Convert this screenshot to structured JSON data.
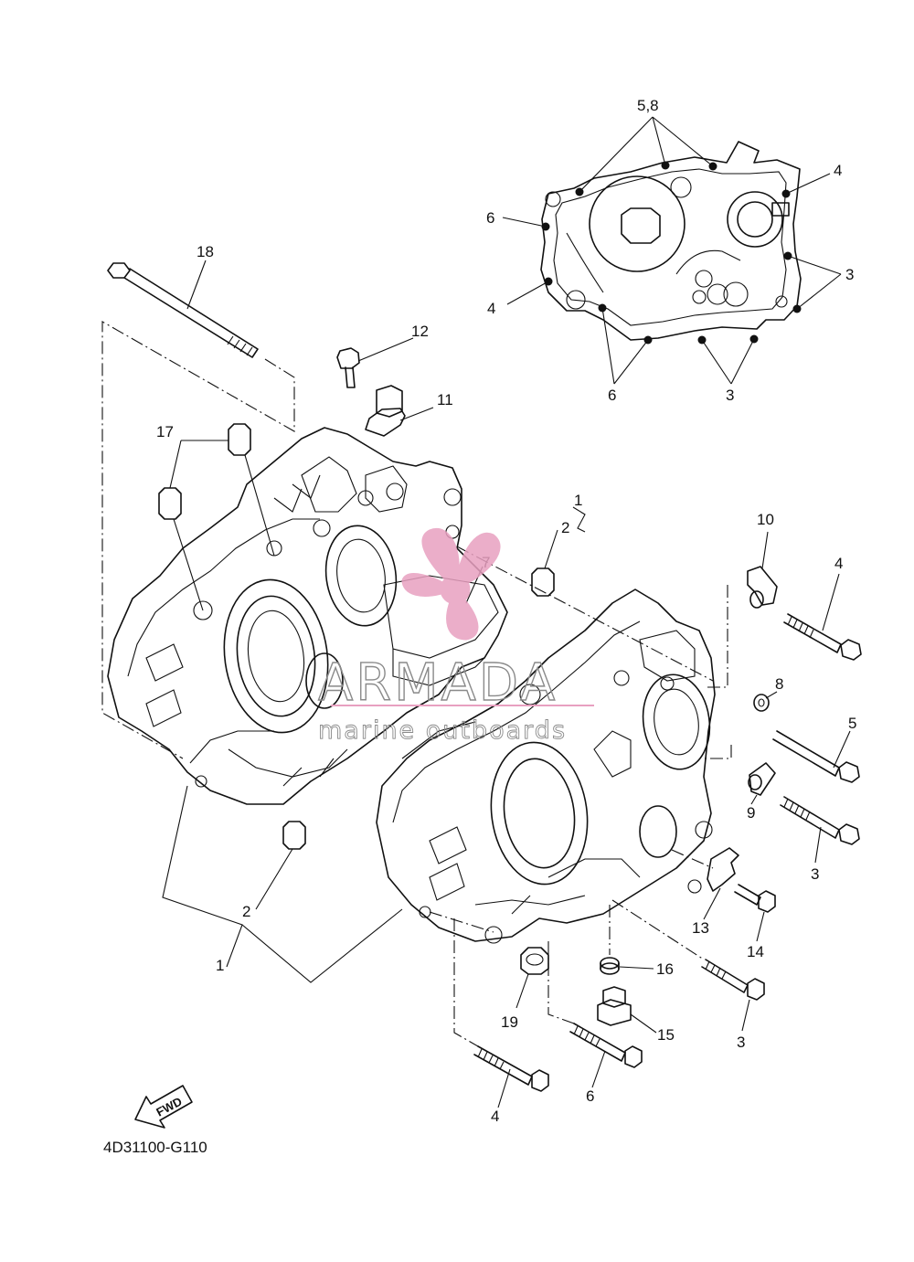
{
  "diagram": {
    "part_code": "4D31100-G110",
    "fwd_label": "FWD",
    "callouts": {
      "c5_8": "5,8",
      "c4_top": "4",
      "c6_top": "6",
      "c3_top_right": "3",
      "c4_top_left": "4",
      "c6_top_bottom": "6",
      "c3_top_bottom": "3",
      "c18": "18",
      "c12": "12",
      "c11": "11",
      "c17": "17",
      "c1_mid": "1",
      "c2_mid": "2",
      "c7": "7",
      "c10": "10",
      "c4_right": "4",
      "c8": "8",
      "c5": "5",
      "c9": "9",
      "c3_right": "3",
      "c2_low": "2",
      "c1_low": "1",
      "c13": "13",
      "c14": "14",
      "c16": "16",
      "c19": "19",
      "c15": "15",
      "c3_low": "3",
      "c6_low": "6",
      "c4_low": "4"
    }
  },
  "watermark": {
    "title": "ARMADA",
    "subtitle": "marine outboards",
    "color": "#e8a0c0"
  }
}
